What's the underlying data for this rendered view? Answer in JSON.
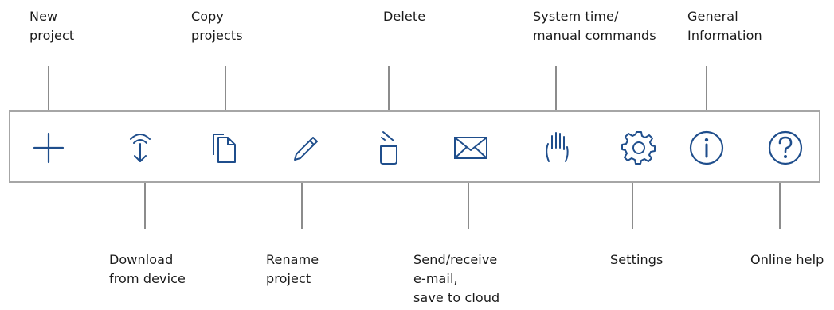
{
  "theme": {
    "icon_color": "#1f4e8c",
    "leader_color": "#8c8c8c",
    "toolbar_border": "#a6a6a6"
  },
  "toolbar": {
    "buttons": [
      {
        "id": "new-project",
        "icon": "plus-icon",
        "label": "New\nproject"
      },
      {
        "id": "download-from-device",
        "icon": "download-icon",
        "label": "Download\nfrom device"
      },
      {
        "id": "copy-projects",
        "icon": "copy-icon",
        "label": "Copy\nprojects"
      },
      {
        "id": "rename-project",
        "icon": "pencil-icon",
        "label": "Rename\nproject"
      },
      {
        "id": "delete",
        "icon": "trash-icon",
        "label": "Delete"
      },
      {
        "id": "send-receive",
        "icon": "envelope-icon",
        "label": "Send/receive\ne-mail,\n save to cloud"
      },
      {
        "id": "system-time",
        "icon": "hand-icon",
        "label": "System time/\nmanual commands"
      },
      {
        "id": "settings",
        "icon": "gear-icon",
        "label": "Settings"
      },
      {
        "id": "general-information",
        "icon": "info-icon",
        "label": "General\nInformation"
      },
      {
        "id": "online-help",
        "icon": "help-icon",
        "label": "Online help"
      }
    ]
  }
}
